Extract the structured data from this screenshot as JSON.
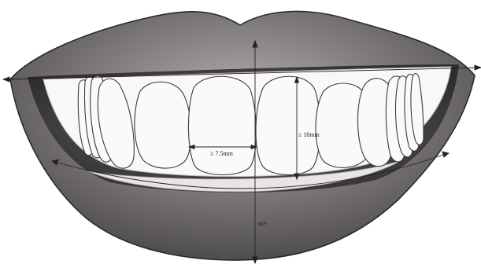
{
  "diagram": {
    "labels": {
      "tooth_width": "≥ 7.5mm",
      "tooth_height": "≥ 10mm",
      "angle": "90°"
    },
    "colors": {
      "lip_outer": "#b9b2b2",
      "lip_mid": "#7e7a7a",
      "lip_dark": "#4f4c4c",
      "teeth": "#faf7fb",
      "tooth_outline": "#3a3a3a",
      "measure_line": "#222222"
    }
  }
}
